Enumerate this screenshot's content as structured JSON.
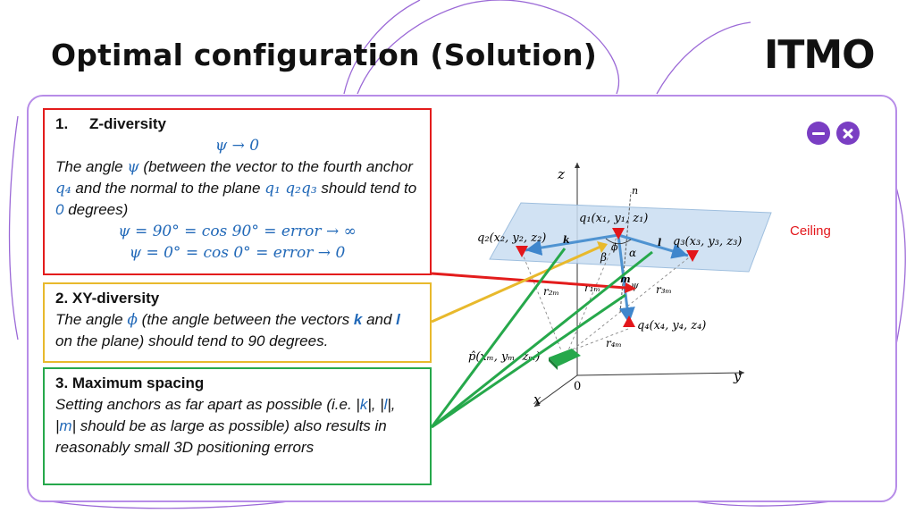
{
  "slide": {
    "title": "Optimal configuration (Solution)",
    "logo": "ITMO"
  },
  "box_z": {
    "number": "1.",
    "heading": "Z-diversity",
    "formula": "ψ → 0",
    "text_1": "The angle ",
    "symbol_psi": "ψ",
    "text_2": " (between the vector to the fourth anchor ",
    "symbol_q4": "q₄",
    "text_3": " and the normal to the plane ",
    "symbol_plane": "q₁ q₂q₃",
    "text_4": " should tend to ",
    "value_zero": "0",
    "text_5": " degrees)",
    "eq_1": "ψ = 90° = cos 90° = error → ∞",
    "eq_2": "ψ = 0° = cos 0° = error → 0"
  },
  "box_xy": {
    "heading": "2. XY-diversity",
    "text_1": "The angle ",
    "symbol_phi": "ϕ",
    "text_2": " (the angle between the vectors ",
    "vec_k": "k",
    "text_3": " and ",
    "vec_l": "l",
    "text_4": " on the plane) should tend to 90 degrees."
  },
  "box_ms": {
    "heading": "3. Maximum spacing",
    "text_1": "Setting anchors as far apart as possible (i.e. |",
    "k": "k",
    "text_2": "|, |",
    "l": "l",
    "text_3": "|, |",
    "m": "m",
    "text_4": "| should be as large as possible) also results in reasonably small 3D positioning errors"
  },
  "figure": {
    "ceiling_label": "Ceiling",
    "q1": "q₁(x₁, y₁, z₁)",
    "q2": "q₂(x₂, y₂, z₂)",
    "q3": "q₃(x₃, y₃, z₃)",
    "q4": "q₄(x₄, y₄, z₄)",
    "p": "p̂(xₘ, yₘ, zₘ)",
    "axis_z": "z",
    "axis_y": "y",
    "axis_x": "x",
    "origin": "0",
    "normal": "n",
    "vec_k": "k",
    "vec_l": "l",
    "vec_m": "m",
    "phi": "ϕ",
    "alpha": "α",
    "beta": "β",
    "psi": "ψ",
    "r1m": "r₁ₘ",
    "r2m": "r₂ₘ",
    "r3m": "r₃ₘ",
    "r4m": "r₄ₘ"
  },
  "colors": {
    "z_box": "#e31c1c",
    "xy_box": "#e8b92c",
    "ms_box": "#26a84b",
    "accent_purple": "#7a3ec3",
    "plane_fill": "#c9def2",
    "anchor_red": "#e3161b",
    "vector_blue": "#4f93d1"
  },
  "icons": {
    "minimize": "minimize-icon",
    "close": "close-icon"
  }
}
